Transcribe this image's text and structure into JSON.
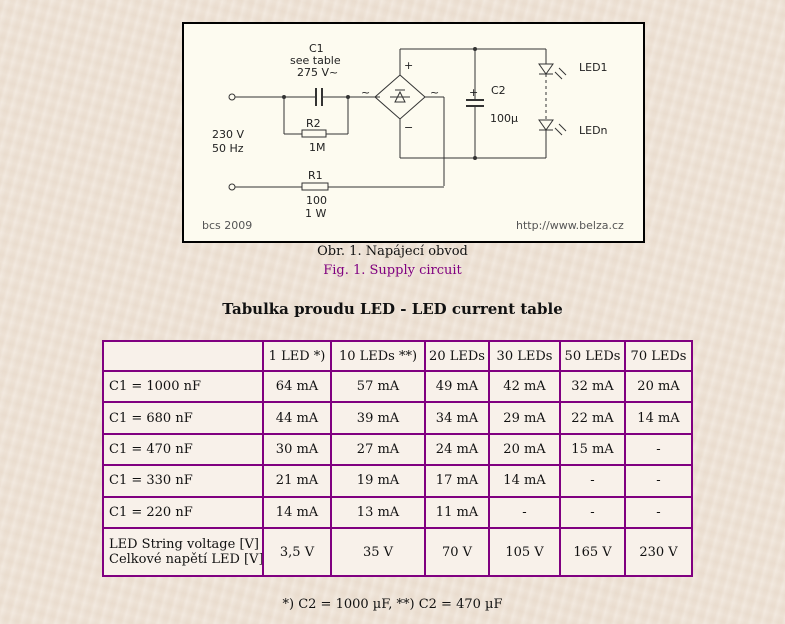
{
  "figure": {
    "c1_label": "C1",
    "c1_note": "see table",
    "c1_voltage": "275 V~",
    "r2_label": "R2",
    "r2_value": "1M",
    "input_voltage": "230 V",
    "input_freq": "50 Hz",
    "r1_label": "R1",
    "r1_value": "100",
    "r1_power": "1 W",
    "c2_label": "C2",
    "c2_value": "100µ",
    "led1_label": "LED1",
    "ledn_label": "LEDn",
    "plus_symbol": "+",
    "minus_symbol": "−",
    "ac_symbol": "~",
    "copyright": "bcs 2009",
    "url": "http://www.belza.cz"
  },
  "caption_cz": "Obr. 1. Napájecí obvod",
  "caption_en": "Fig. 1. Supply circuit",
  "table_title": "Tabulka proudu LED - LED current table",
  "table": {
    "headers": [
      "",
      "1 LED *)",
      "10 LEDs **)",
      "20 LEDs",
      "30 LEDs",
      "50 LEDs",
      "70 LEDs"
    ],
    "rows": [
      [
        "C1 = 1000 nF",
        "64 mA",
        "57 mA",
        "49 mA",
        "42 mA",
        "32 mA",
        "20 mA"
      ],
      [
        "C1 = 680 nF",
        "44 mA",
        "39 mA",
        "34 mA",
        "29 mA",
        "22 mA",
        "14 mA"
      ],
      [
        "C1 = 470 nF",
        "30 mA",
        "27 mA",
        "24 mA",
        "20 mA",
        "15 mA",
        "-"
      ],
      [
        "C1 = 330 nF",
        "21 mA",
        "19 mA",
        "17 mA",
        "14 mA",
        "-",
        "-"
      ],
      [
        "C1 = 220 nF",
        "14 mA",
        "13 mA",
        "11 mA",
        "-",
        "-",
        "-"
      ]
    ],
    "last_row": {
      "label_line1": "LED String voltage [V]",
      "label_line2": "Celkové napětí LED [V]",
      "values": [
        "3,5 V",
        "35 V",
        "70 V",
        "105 V",
        "165 V",
        "230 V"
      ]
    }
  },
  "footnote": "*) C2 = 1000 µF, **) C2 = 470 µF"
}
